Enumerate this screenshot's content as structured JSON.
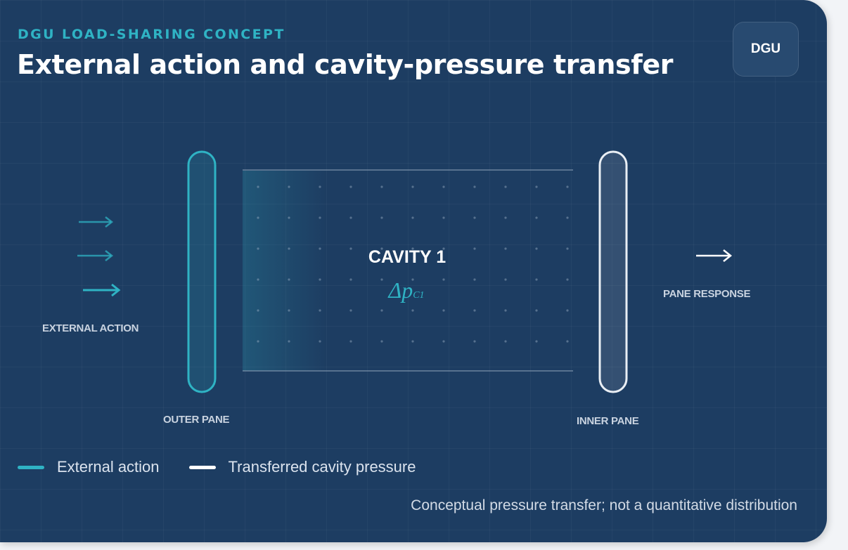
{
  "header": {
    "eyebrow": "DGU LOAD-SHARING CONCEPT",
    "title": "External action and cavity-pressure transfer",
    "badge": "DGU"
  },
  "diagram": {
    "external_action_label": "EXTERNAL ACTION",
    "outer_pane_label": "OUTER PANE",
    "inner_pane_label": "INNER PANE",
    "cavity_label": "CAVITY 1",
    "cavity_symbol": "Δp",
    "cavity_symbol_subscript": "C1",
    "pane_response_label": "PANE RESPONSE"
  },
  "legend": {
    "items": [
      {
        "label": "External action",
        "color": "#2fb3c4"
      },
      {
        "label": "Transferred cavity pressure",
        "color": "#ffffff"
      }
    ]
  },
  "footnote": "Conceptual pressure transfer; not a quantitative distribution",
  "colors": {
    "background": "#1d3d62",
    "accent": "#2fb3c4",
    "white": "#ffffff"
  }
}
